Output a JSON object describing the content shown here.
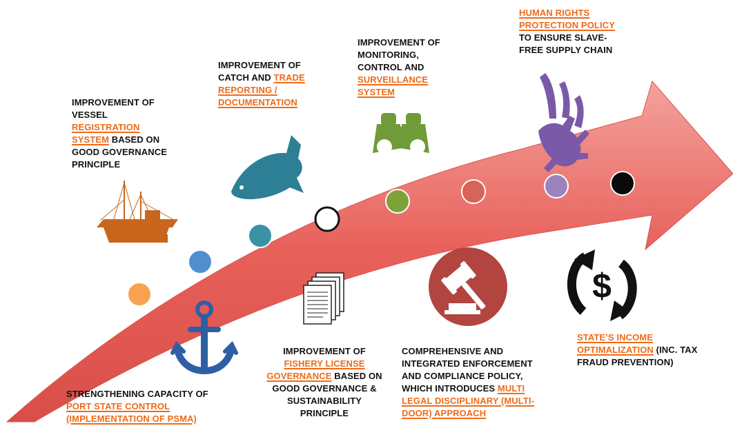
{
  "colors": {
    "arrow_body": "#e8605a",
    "arrow_light": "#f4a7a2",
    "highlight": "#ee6a18",
    "dots": [
      "#f8a14e",
      "#4f8fce",
      "#3a93a5",
      "#ffffff",
      "#7ea23a",
      "#d66458",
      "#9b84bd",
      "#0a0a0a"
    ],
    "icon_ship": "#c8661e",
    "icon_fish": "#2d7f95",
    "icon_anchor": "#2f5fa3",
    "icon_binoculars": "#6f9b38",
    "icon_gavel_bg": "#b24540",
    "icon_hand": "#7a5aa8",
    "icon_dollar": "#111111"
  },
  "labels": {
    "vessel": {
      "l1": "IMPROVEMENT OF",
      "l2": "VESSEL",
      "l3_hl": "REGISTRATION",
      "l4_hl": "SYSTEM",
      "l4_rest": " BASED ON",
      "l5": "GOOD GOVERNANCE",
      "l6": "PRINCIPLE"
    },
    "catch": {
      "l1": "IMPROVEMENT OF",
      "l2": "CATCH AND ",
      "l2_hl": "TRADE",
      "l3_hl": "REPORTING /",
      "l4_hl": "DOCUMENTATION"
    },
    "monitoring": {
      "l1": "IMPROVEMENT OF",
      "l2": "MONITORING,",
      "l3": "CONTROL AND",
      "l4_hl": "SURVEILLANCE",
      "l5_hl": "SYSTEM"
    },
    "human": {
      "l1_hl": "HUMAN RIGHTS",
      "l2_hl": "PROTECTION POLICY",
      "l3": "TO ENSURE SLAVE-",
      "l4": "FREE SUPPLY CHAIN"
    },
    "port": {
      "l1": "STRENGTHENING CAPACITY OF",
      "l2_hl": "PORT STATE CONTROL",
      "l3_hl": "(IMPLEMENTATION OF PSMA)"
    },
    "license": {
      "l1": "IMPROVEMENT OF",
      "l2_hl": "FISHERY LICENSE",
      "l3_hl": "GOVERNANCE",
      "l3_rest": " BASED ON",
      "l4": "GOOD GOVERNANCE &",
      "l5": "SUSTAINABILITY",
      "l6": "PRINCIPLE"
    },
    "enforcement": {
      "l1": "COMPREHENSIVE AND",
      "l2": "INTEGRATED ENFORCEMENT",
      "l3": "AND COMPLIANCE POLICY,",
      "l4": "WHICH INTRODUCES ",
      "l4_hl": "MULTI",
      "l5_hl": "LEGAL DISCIPLINARY (MULTI-",
      "l6_hl": "DOOR) APPROACH"
    },
    "income": {
      "l1_hl": "STATE’S INCOME",
      "l2_hl": "OPTIMALIZATION",
      "l2_rest": " (INC. TAX",
      "l3": "FRAUD PREVENTION)"
    }
  },
  "icons": [
    "ship-icon",
    "fish-icon",
    "anchor-icon",
    "documents-icon",
    "binoculars-icon",
    "gavel-icon",
    "hand-icon",
    "dollar-cycle-icon"
  ]
}
